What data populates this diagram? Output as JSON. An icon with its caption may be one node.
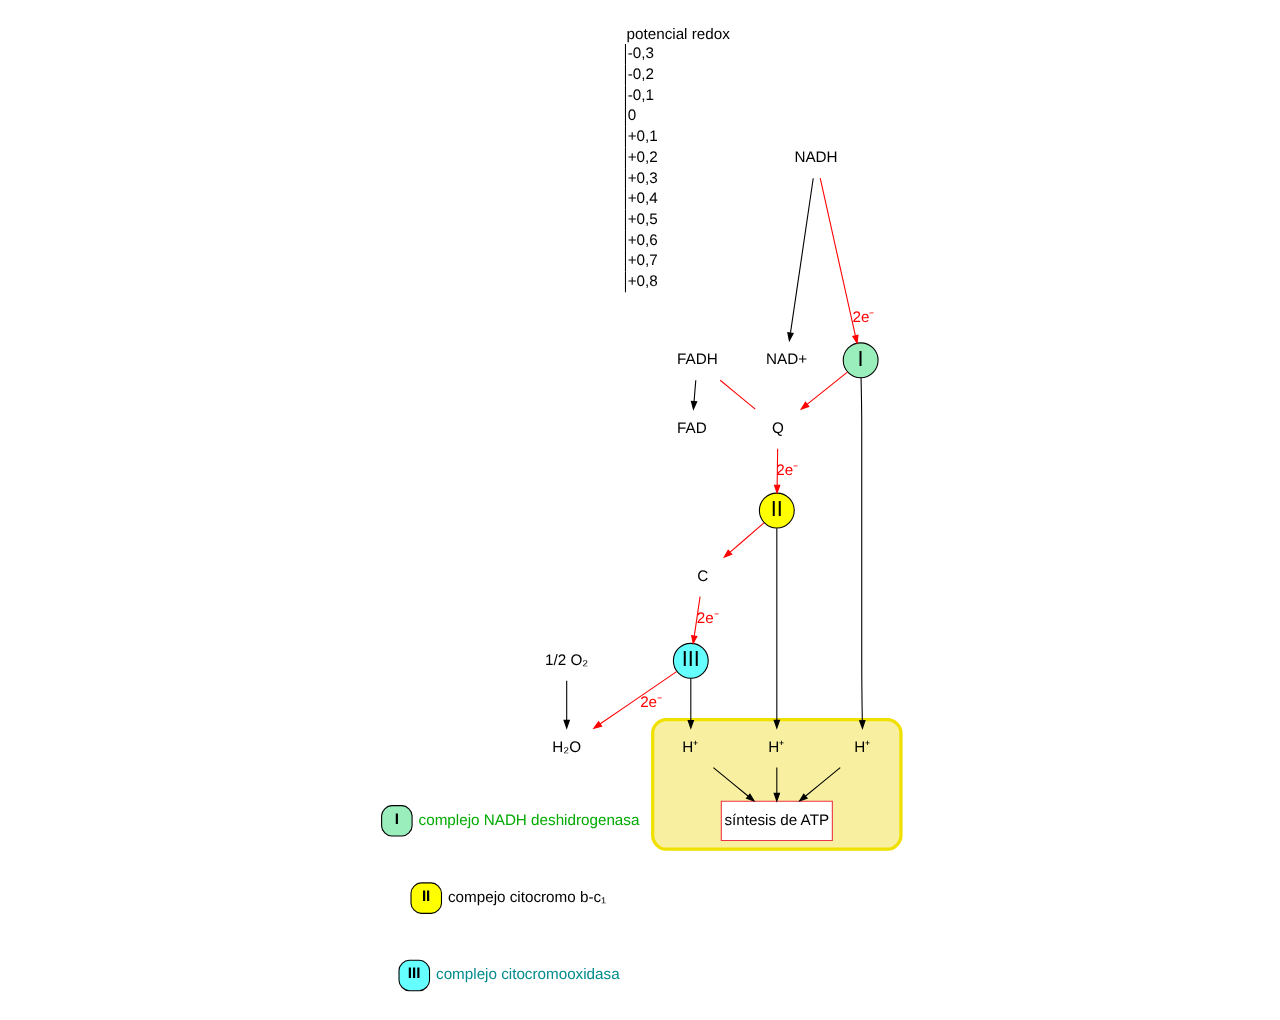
{
  "diagram": {
    "nodes": [
      {
        "text": [],
        "shape": "cloud"
      },
      {
        "text": [
          "H⁺"
        ],
        "in": 0
      },
      {
        "text": [
          "síntesis de ATP"
        ],
        "in": 0
      },
      {
        "text": [
          "H⁺"
        ],
        "in": 0
      },
      {
        "text": [
          "H⁺"
        ],
        "in": 0
      },
      {
        "text": [
          "NADH"
        ]
      },
      {
        "text": [
          "NAD+"
        ]
      },
      {
        "text": [
          "I"
        ]
      },
      {
        "text": [
          "Q"
        ]
      },
      {
        "text": [
          "FADH"
        ]
      },
      {
        "text": [
          "FAD"
        ]
      },
      {
        "text": [
          "II"
        ]
      },
      {
        "text": [
          "C"
        ]
      },
      {
        "text": [
          "III"
        ]
      },
      {
        "text": [
          "1/2 O₂"
        ]
      },
      {
        "text": [
          "H₂O"
        ]
      }
    ],
    "edges": [
      {
        "from": 5,
        "to": 7,
        "arrow": "to",
        "label": "2e⁻",
        "color": "#ff0000"
      },
      {
        "from": 5,
        "to": 6,
        "arrow": "to"
      },
      {
        "from": 7,
        "to": 1,
        "arrow": "to"
      },
      {
        "from": 7,
        "to": 8,
        "arrow": "to",
        "color": "#ff0000"
      },
      {
        "from": 9,
        "to": 8,
        "arrow": "none",
        "color": "#ff0000"
      },
      {
        "from": 9,
        "to": 10,
        "arrow": "to"
      },
      {
        "from": 8,
        "to": 11,
        "arrow": "to",
        "label": "2e⁻",
        "color": "#ff0000"
      },
      {
        "from": 11,
        "to": 3,
        "arrow": "to"
      },
      {
        "from": 11,
        "to": 12,
        "arrow": "to",
        "color": "#ff0000"
      },
      {
        "from": 12,
        "to": 13,
        "arrow": "to",
        "label": "2e⁻",
        "color": "#ff0000"
      },
      {
        "from": 13,
        "to": 4,
        "arrow": "to"
      },
      {
        "from": 1,
        "to": 2,
        "arrow": "to"
      },
      {
        "from": 3,
        "to": 2,
        "arrow": "to"
      },
      {
        "from": 4,
        "to": 2,
        "arrow": "to"
      },
      {
        "from": 13,
        "to": 15,
        "arrow": "to",
        "label": "2e⁻",
        "color": "#ff0000"
      },
      {
        "from": 14,
        "to": 15,
        "arrow": "to"
      }
    ],
    "labels": [
      "potencial redox",
      "-0,3",
      "-0,2",
      "-0,1",
      "0",
      "+0,1",
      "+0,2",
      "+0,3",
      "+0,4",
      "+0,5",
      "+0,6",
      "+0,7",
      "+0,8",
      "I",
      "II",
      "III"
    ],
    "legend": [
      {
        "text": "complejo NADH deshidrogenasa",
        "color": "#99eebb"
      },
      {
        "text": "compejo citocromo b-c₁",
        "color": "#ffff00"
      },
      {
        "text": "complejo citocromooxidasa",
        "color": "#66ffff"
      }
    ]
  }
}
